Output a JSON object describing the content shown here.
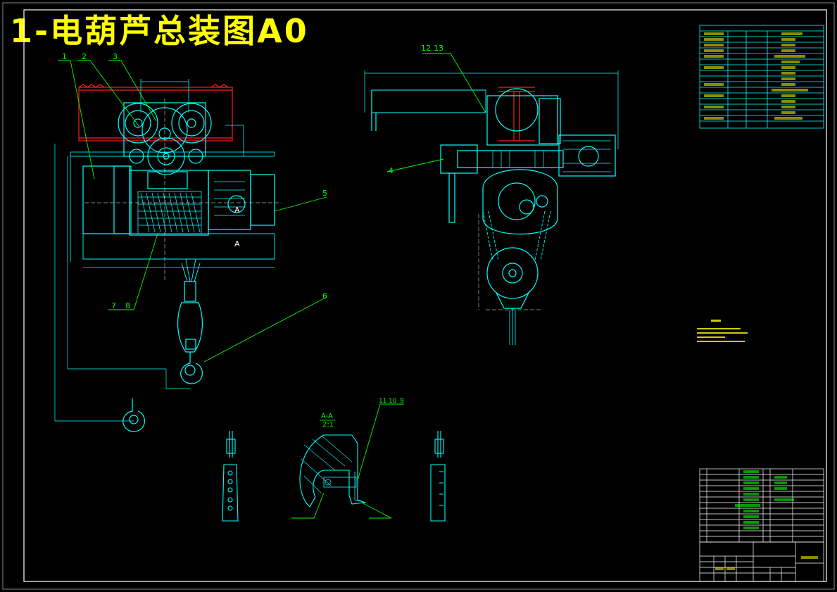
{
  "title": "1-电葫芦总装图A0",
  "colors": {
    "background": "#000000",
    "outline": "#00ffff",
    "leader": "#00ff00",
    "title": "#ffff00",
    "border": "#ffffff",
    "beam": "#ff2020"
  },
  "callouts": {
    "c1": "1",
    "c2": "2",
    "c3": "3",
    "c4": "4",
    "c5": "5",
    "c6": "6",
    "c7": "7",
    "c8": "8",
    "c12": "12",
    "c13": "13",
    "c11": "11",
    "c10": "10",
    "c9": "9"
  },
  "section": {
    "label_top": "A-A",
    "label_bottom": "2:1",
    "view_mark": "A"
  }
}
